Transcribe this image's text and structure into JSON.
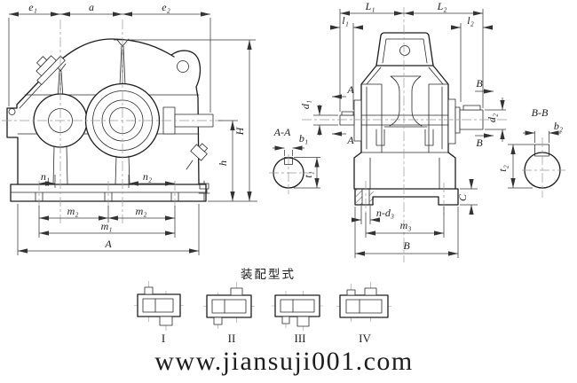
{
  "colors": {
    "line": "#1d1d1d",
    "dim": "#3a3a3a",
    "centerline": "#999999",
    "watermark": "#c7a3f0"
  },
  "front_view": {
    "dims": {
      "e1": "e₁",
      "a": "a",
      "e2": "e₂",
      "n1": "n₁",
      "n2": "n₂",
      "m2_left": "m₂",
      "m2_right": "m₂",
      "m1": "m₁",
      "A": "A",
      "h": "h",
      "H": "H"
    }
  },
  "side_view": {
    "dims": {
      "L1": "L₁",
      "L2": "L₂",
      "l1": "l₁",
      "l2": "l₂",
      "d1": "d₁",
      "d2": "d₂",
      "n_d3": "n-d₃",
      "m3": "m₃",
      "B": "B",
      "C": "C"
    },
    "section_marks": {
      "A": "A",
      "B": "B"
    }
  },
  "sections": {
    "aa": {
      "title": "A-A",
      "width": "b₁",
      "depth": "t₁"
    },
    "bb": {
      "title": "B-B",
      "width": "b₂",
      "depth": "t₂"
    }
  },
  "assembly": {
    "title": "装配型式",
    "variants": [
      "I",
      "II",
      "III",
      "IV"
    ]
  },
  "watermark": {
    "text": "www.jiansuji001.com"
  }
}
